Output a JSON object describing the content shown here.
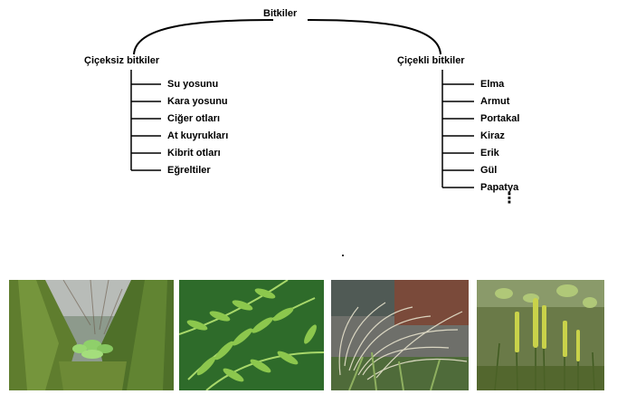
{
  "diagram": {
    "root": "Bitkiler",
    "branches": [
      {
        "label": "Çiçeksiz bitkiler",
        "items": [
          "Su yosunu",
          "Kara yosunu",
          "Ciğer otları",
          "At kuyrukları",
          "Kibrit otları",
          "Eğreltiler"
        ]
      },
      {
        "label": "Çiçekli bitkiler",
        "items": [
          "Elma",
          "Armut",
          "Portakal",
          "Kiraz",
          "Erik",
          "Gül",
          "Papatya"
        ]
      }
    ],
    "continuation": "⋮"
  },
  "photos": [
    {
      "subject": "moss on tree trunk with small plant",
      "icon": "moss-photo"
    },
    {
      "subject": "fern fronds",
      "icon": "fern-photo"
    },
    {
      "subject": "wild grass with feathery awns",
      "icon": "grass-photo"
    },
    {
      "subject": "club moss (kibrit otu) with upright strobili",
      "icon": "clubmoss-photo"
    }
  ],
  "colors": {
    "line": "#000000",
    "text": "#000000",
    "background": "#ffffff"
  }
}
